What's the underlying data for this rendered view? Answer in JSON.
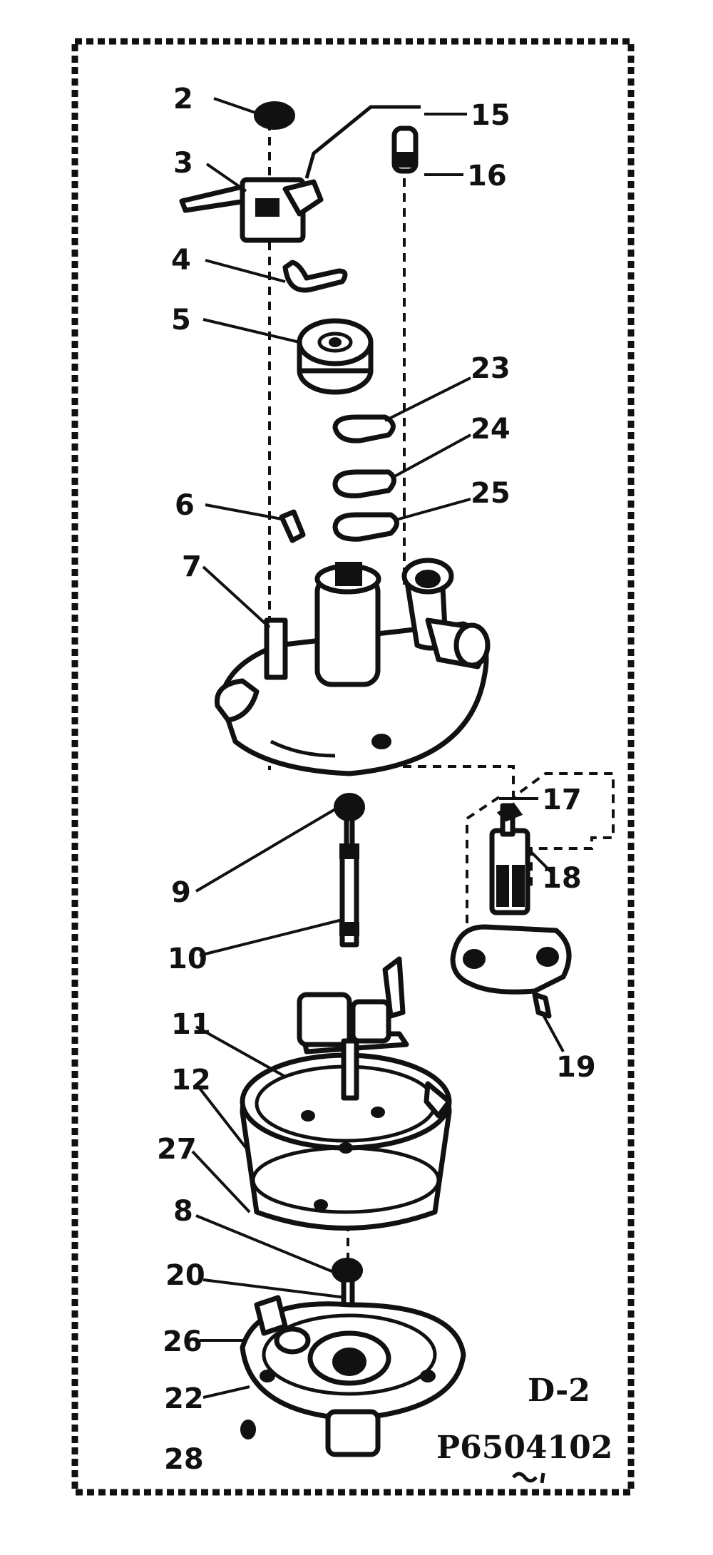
{
  "colors": {
    "ink": "#111111",
    "paper": "#ffffff"
  },
  "labels": {
    "p2": "2",
    "p3": "3",
    "p4": "4",
    "p5": "5",
    "p6": "6",
    "p7": "7",
    "p8": "8",
    "p9": "9",
    "p10": "10",
    "p11": "11",
    "p12": "12",
    "p15": "15",
    "p16": "16",
    "p17": "17",
    "p18": "18",
    "p19": "19",
    "p20": "20",
    "p22": "22",
    "p23": "23",
    "p24": "24",
    "p25": "25",
    "p26": "26",
    "p27": "27",
    "p28": "28"
  },
  "figure_code": "D-2",
  "part_number": "P6504102"
}
